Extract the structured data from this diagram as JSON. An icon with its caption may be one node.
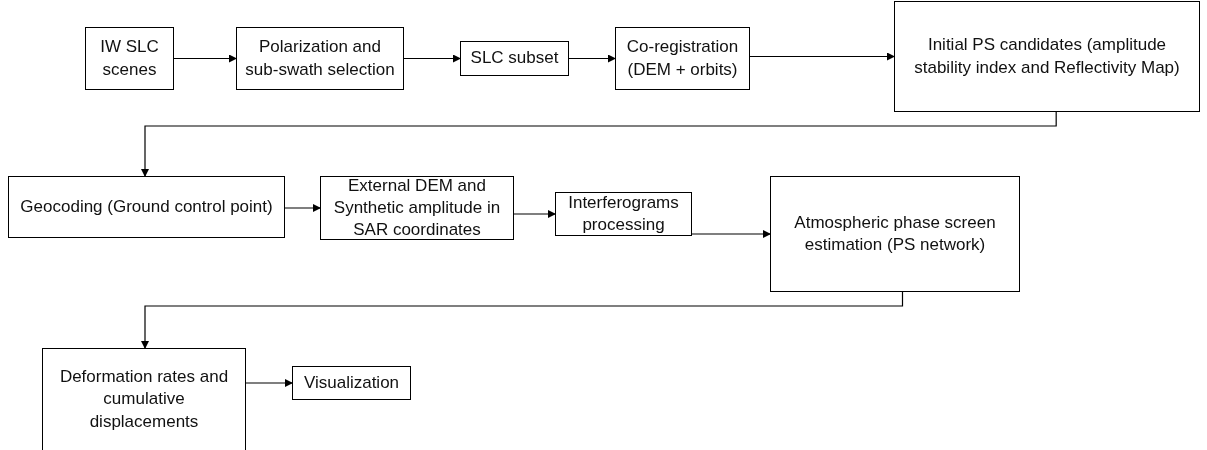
{
  "diagram": {
    "nodes": [
      {
        "text": [
          "IW SLC scenes"
        ]
      },
      {
        "text": [
          "Polarization and sub-swath selection"
        ]
      },
      {
        "text": [
          "SLC subset"
        ]
      },
      {
        "text": [
          "Co-registration (DEM + orbits)"
        ]
      },
      {
        "text": [
          "Initial PS candidates (amplitude stability index and Reflectivity Map)"
        ]
      },
      {
        "text": [
          "Geocoding (Ground control point)"
        ]
      },
      {
        "text": [
          "External DEM and Synthetic amplitude in SAR coordinates"
        ]
      },
      {
        "text": [
          "Interferograms processing"
        ]
      },
      {
        "text": [
          "Atmospheric phase screen estimation (PS network)"
        ]
      },
      {
        "text": [
          "Deformation rates and cumulative displacements"
        ]
      },
      {
        "text": [
          "Visualization"
        ]
      }
    ],
    "edges": [
      {
        "from": 0,
        "to": 1,
        "arrow": "to"
      },
      {
        "from": 1,
        "to": 2,
        "arrow": "to"
      },
      {
        "from": 2,
        "to": 3,
        "arrow": "to"
      },
      {
        "from": 3,
        "to": 4,
        "arrow": "to"
      },
      {
        "from": 4,
        "to": 5,
        "arrow": "to"
      },
      {
        "from": 5,
        "to": 6,
        "arrow": "to"
      },
      {
        "from": 6,
        "to": 7,
        "arrow": "to"
      },
      {
        "from": 7,
        "to": 8,
        "arrow": "to"
      },
      {
        "from": 8,
        "to": 9,
        "arrow": "to"
      },
      {
        "from": 9,
        "to": 10,
        "arrow": "to"
      }
    ]
  }
}
